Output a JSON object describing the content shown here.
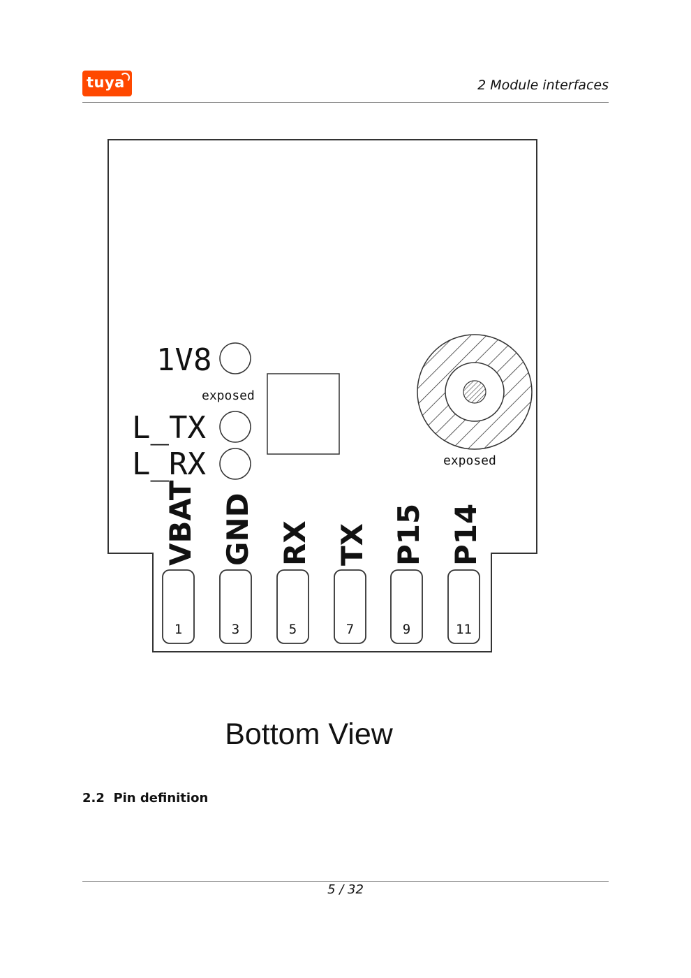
{
  "header": {
    "logo_text": "tuya",
    "title": "2 Module interfaces"
  },
  "diagram": {
    "side_labels": [
      "1V8",
      "L_TX",
      "L_RX"
    ],
    "exposed_left": "exposed",
    "exposed_right": "exposed",
    "pins": [
      {
        "name": "VBAT",
        "number": "1"
      },
      {
        "name": "GND",
        "number": "3"
      },
      {
        "name": "RX",
        "number": "5"
      },
      {
        "name": "TX",
        "number": "7"
      },
      {
        "name": "P15",
        "number": "9"
      },
      {
        "name": "P14",
        "number": "11"
      }
    ]
  },
  "caption": "Bottom View",
  "section": {
    "number": "2.2",
    "title": "Pin definition"
  },
  "footer": {
    "page": "5 / 32"
  },
  "colors": {
    "brand": "#ff4800",
    "line": "#333333"
  }
}
